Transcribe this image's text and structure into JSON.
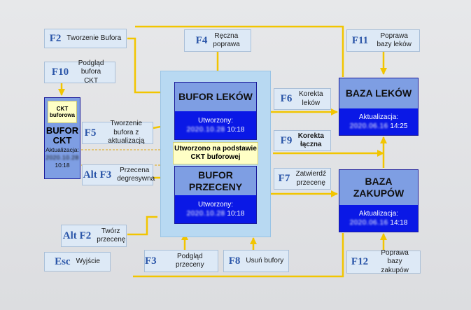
{
  "colors": {
    "key_bg": "#dde9f6",
    "key_text": "#2a55a8",
    "box_top": "#7e9ee3",
    "box_bottom": "#0a18e6",
    "panel": "#b8d9f2",
    "arrow": "#f2c500",
    "note_bg": "#ffffc6"
  },
  "keys": {
    "f2": {
      "key": "F2",
      "label": "Tworzenie Bufora"
    },
    "f10": {
      "key": "F10",
      "label": "Podgląd bufora CKT"
    },
    "f4": {
      "key": "F4",
      "label": "Ręczna poprawa"
    },
    "f11": {
      "key": "F11",
      "label": "Poprawa bazy leków"
    },
    "f5": {
      "key": "F5",
      "label": "Tworzenie bufora z aktualizacją"
    },
    "altf3": {
      "key": "Alt F3",
      "label": "Przecena degresywna"
    },
    "f6": {
      "key": "F6",
      "label": "Korekta leków"
    },
    "f9": {
      "key": "F9",
      "label": "Korekta łączna"
    },
    "f7": {
      "key": "F7",
      "label": "Zatwierdź przecenę"
    },
    "altf2": {
      "key": "Alt F2",
      "label": "Twórz przecenę"
    },
    "esc": {
      "key": "Esc",
      "label": "Wyjście"
    },
    "f3": {
      "key": "F3",
      "label": "Podgląd przeceny"
    },
    "f8": {
      "key": "F8",
      "label": "Usuń bufory"
    },
    "f12": {
      "key": "F12",
      "label": "Poprawa bazy zakupów"
    }
  },
  "ckt": {
    "badge": "CKT buforowa",
    "title": "BUFOR CKT",
    "update_label": "Aktualizacja:",
    "date": "2020.10.28",
    "time": "10:18"
  },
  "bufor_lekow": {
    "title": "BUFOR LEKÓW",
    "created_label": "Utworzony:",
    "date": "2020.10.28",
    "time": "10:18"
  },
  "note": "Utworzono na podstawie CKT buforowej",
  "bufor_przeceny": {
    "title": "BUFOR PRZECENY",
    "created_label": "Utworzony:",
    "date": "2020.10.28",
    "time": "10:18"
  },
  "baza_lekow": {
    "title": "BAZA LEKÓW",
    "update_label": "Aktualizacja:",
    "date": "2020.06.16",
    "time": "14:25"
  },
  "baza_zakupow": {
    "title": "BAZA ZAKUPÓW",
    "update_label": "Aktualizacja:",
    "date": "2020.06.16",
    "time": "14:18"
  }
}
